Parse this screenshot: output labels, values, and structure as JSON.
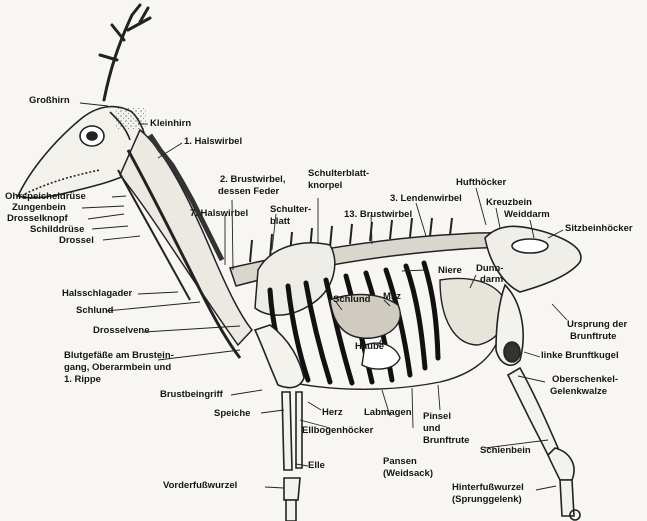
{
  "colors": {
    "ink": "#151515",
    "paper": "#f7f6f2",
    "bone": "#e8e6df",
    "dark": "#222222"
  },
  "labels": {
    "grosshirn": "Großhirn",
    "kleinhirn": "Kleinhirn",
    "halswirbel1": "1. Halswirbel",
    "brustwirbel2_l1": "2. Brustwirbel,",
    "brustwirbel2_l2": "dessen Feder",
    "schulterblattknorpel_l1": "Schulterblatt-",
    "schulterblattknorpel_l2": "knorpel",
    "huefthoecker": "Hufthöcker",
    "lendenwirbel3": "3. Lendenwirbel",
    "kreuzbein": "Kreuzbein",
    "weiddarm": "Weiddarm",
    "sitzbeinhoecker": "Sitzbeinhöcker",
    "ohrspeicheldruese": "Ohrspeicheldrüse",
    "zungenbein": "Zungenbein",
    "drosselknopf": "Drosselknopf",
    "schilddruese": "Schilddrüse",
    "drossel": "Drossel",
    "halswirbel7": "7. Halswirbel",
    "schulterblatt_l1": "Schulter-",
    "schulterblatt_l2": "blatt",
    "brustwirbel13": "13. Brustwirbel",
    "niere": "Niere",
    "dunndarm_l1": "Dunn-",
    "dunndarm_l2": "darm",
    "halsschlagader": "Halsschlagader",
    "schlund_neck": "Schlund",
    "schlund_body": "Schlund",
    "milz": "Milz",
    "drosselvene": "Drosselvene",
    "haube": "Haube",
    "ursprung_l1": "Ursprung der",
    "ursprung_l2": "Brunftrute",
    "brunftkugel": "linke Brunftkugel",
    "blutgefaesse_l1": "Blutgefäße am Brustein-",
    "blutgefaesse_l2": "gang, Oberarmbein und",
    "blutgefaesse_l3": "1. Rippe",
    "oberschenkel_l1": "Oberschenkel-",
    "oberschenkel_l2": "Gelenkwalze",
    "brustbeingriff": "Brustbeingriff",
    "speiche": "Speiche",
    "herz": "Herz",
    "labmagen": "Labmagen",
    "pinsel_l1": "Pinsel",
    "pinsel_l2": "und",
    "pinsel_l3": "Brunftrute",
    "ellbogen": "Ellbogenhöcker",
    "schienbein": "Schienbein",
    "pansen_l1": "Pansen",
    "pansen_l2": "(Weidsack)",
    "elle": "Elle",
    "hinterfuss_l1": "Hinterfußwurzel",
    "hinterfuss_l2": "(Sprunggelenk)",
    "vorderfuss": "Vorderfußwurzel"
  }
}
